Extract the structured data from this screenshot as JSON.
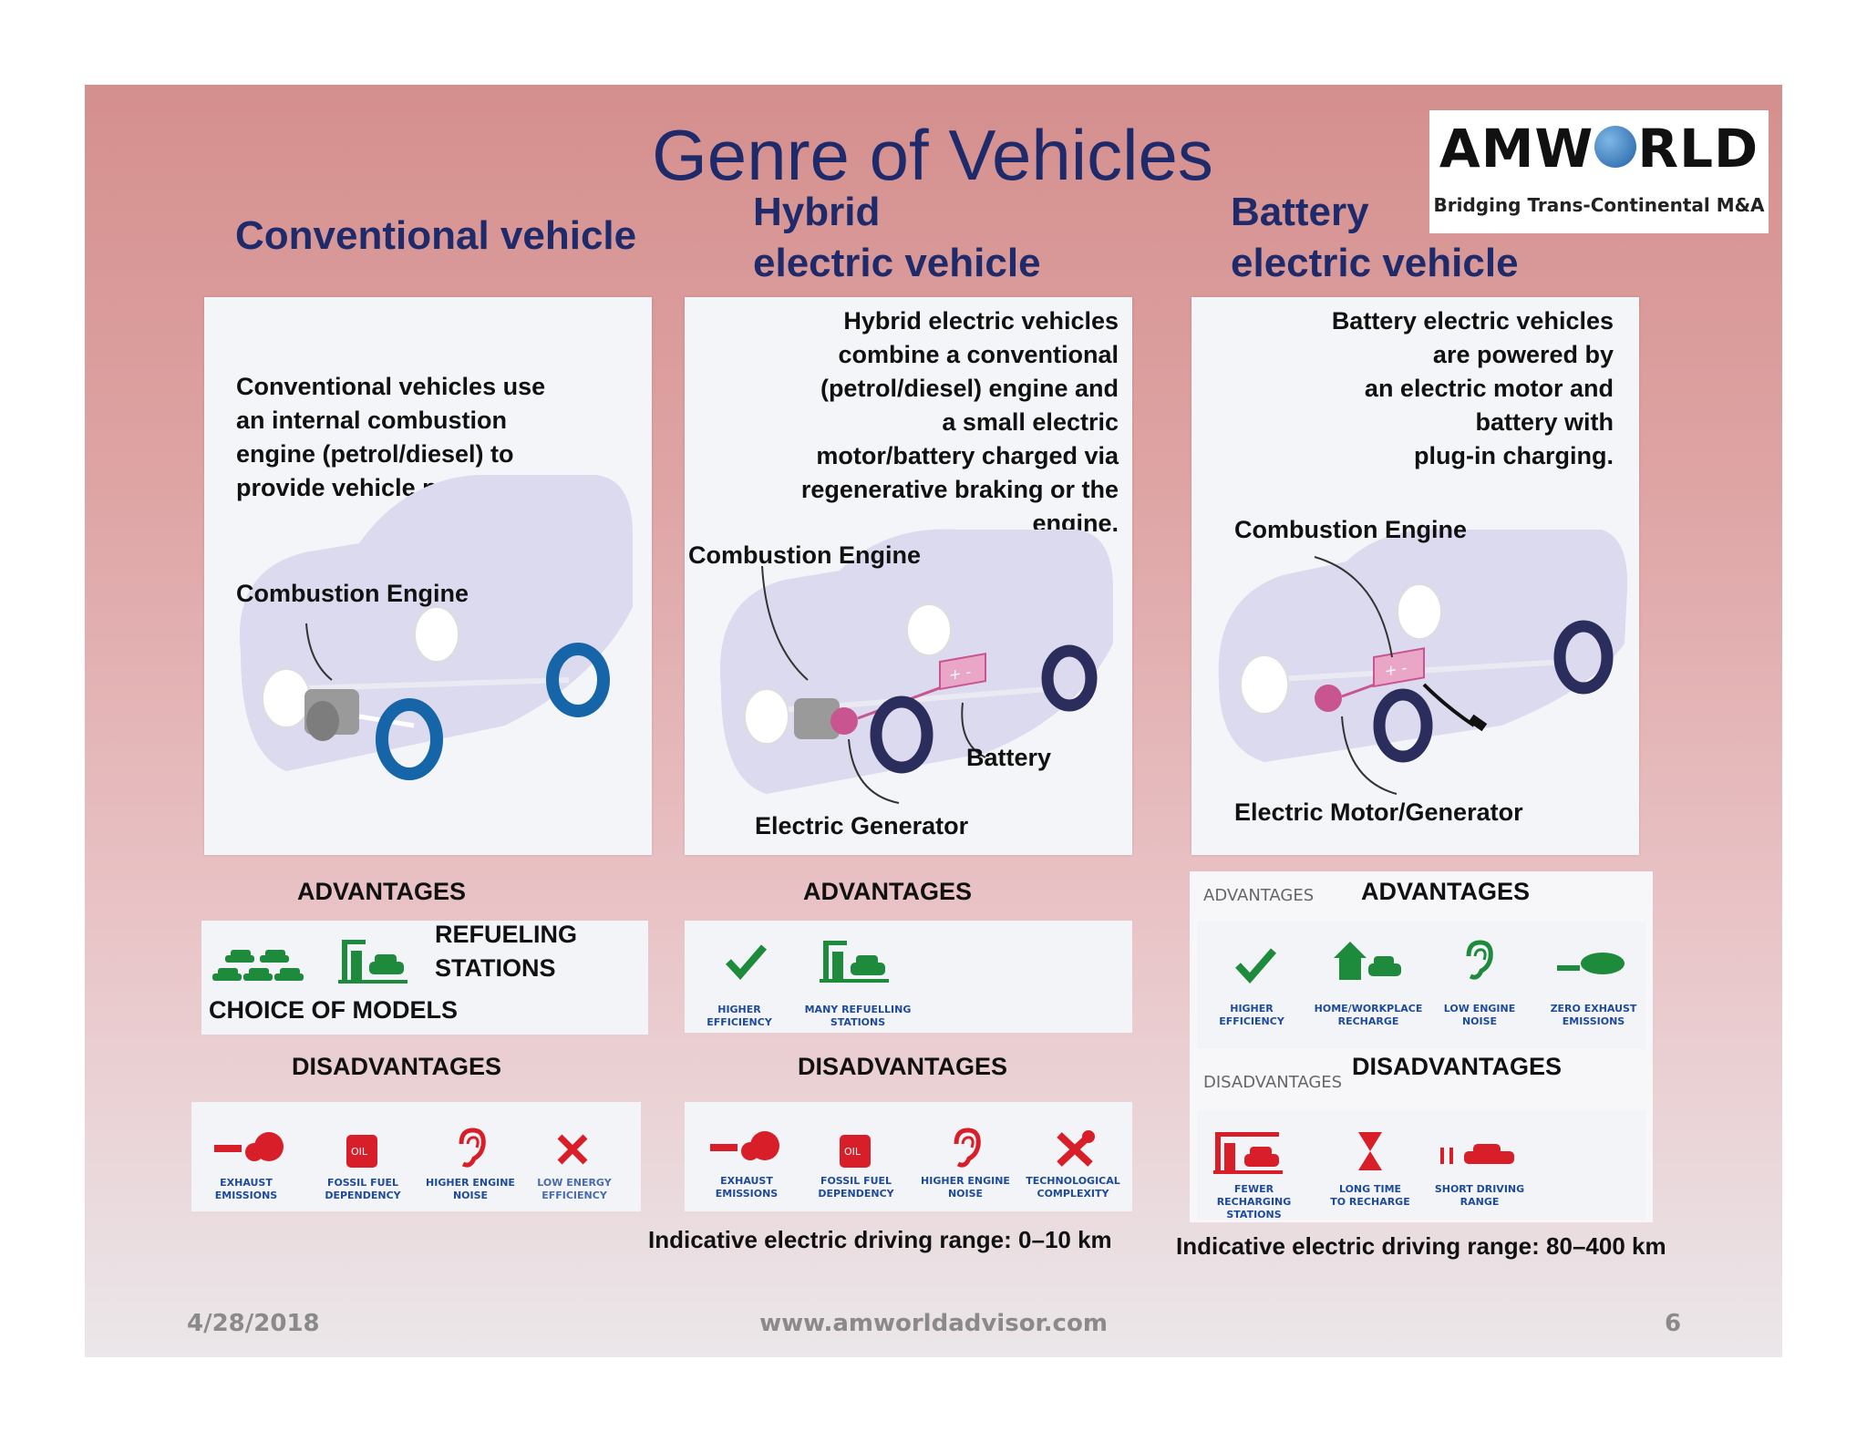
{
  "title": "Genre of Vehicles",
  "logo": {
    "name": "AMWORLD",
    "tagline": "Bridging Trans-Continental M&A",
    "part1": "AMW",
    "part2": "RLD"
  },
  "columns": {
    "conventional": {
      "title": "Conventional vehicle",
      "description": "Conventional vehicles use\nan internal  combustion\nengine (petrol/diesel) to\nprovide vehicle power.",
      "labels": {
        "engine": "Combustion Engine"
      },
      "advantages_heading": "ADVANTAGES",
      "advantages": {
        "refueling": "REFUELING\nSTATIONS",
        "models": "CHOICE OF MODELS"
      },
      "disadvantages_heading": "DISADVANTAGES",
      "disadvantages": [
        "EXHAUST\nEMISSIONS",
        "FOSSIL FUEL\nDEPENDENCY",
        "HIGHER ENGINE\nNOISE",
        "LOW ENERGY\nEFFICIENCY"
      ]
    },
    "hybrid": {
      "title": "Hybrid\nelectric vehicle",
      "description": "Hybrid electric vehicles\ncombine a conventional\n(petrol/diesel) engine and\na small electric\nmotor/battery charged via\nregenerative braking or the\nengine.",
      "labels": {
        "engine": "Combustion Engine",
        "battery": "Battery",
        "generator": "Electric Generator"
      },
      "advantages_heading": "ADVANTAGES",
      "advantages": [
        "HIGHER\nEFFICIENCY",
        "MANY REFUELLING\nSTATIONS"
      ],
      "disadvantages_heading": "DISADVANTAGES",
      "disadvantages": [
        "EXHAUST\nEMISSIONS",
        "FOSSIL FUEL\nDEPENDENCY",
        "HIGHER ENGINE\nNOISE",
        "TECHNOLOGICAL\nCOMPLEXITY"
      ],
      "range": "Indicative electric driving range: 0–10 km"
    },
    "battery": {
      "title": "Battery\nelectric vehicle",
      "description": "Battery electric vehicles\nare powered by \nan electric motor and\nbattery with \nplug-in charging.",
      "labels": {
        "engine": "Combustion Engine",
        "motor": "Electric Motor/Generator"
      },
      "advantages_small": "ADVANTAGES",
      "advantages_heading": "ADVANTAGES",
      "advantages": [
        "HIGHER\nEFFICIENCY",
        "HOME/WORKPLACE\nRECHARGE",
        "LOW ENGINE\nNOISE",
        "ZERO EXHAUST\nEMISSIONS"
      ],
      "disadvantages_small": "DISADVANTAGES",
      "disadvantages_heading": "DISADVANTAGES",
      "disadvantages": [
        "FEWER RECHARGING\nSTATIONS",
        "LONG TIME\nTO RECHARGE",
        "SHORT DRIVING\nRANGE"
      ],
      "range": "Indicative electric driving range: 80–400 km"
    }
  },
  "footer": {
    "date": "4/28/2018",
    "url": "www.amworldadvisor.com",
    "page": "6"
  },
  "colors": {
    "title": "#1f2a6b",
    "green": "#1e8a3c",
    "red": "#d81e28",
    "wheel_conventional": "#1565a8",
    "wheel_electric": "#2b2d5c",
    "pink": "#c8558f"
  }
}
